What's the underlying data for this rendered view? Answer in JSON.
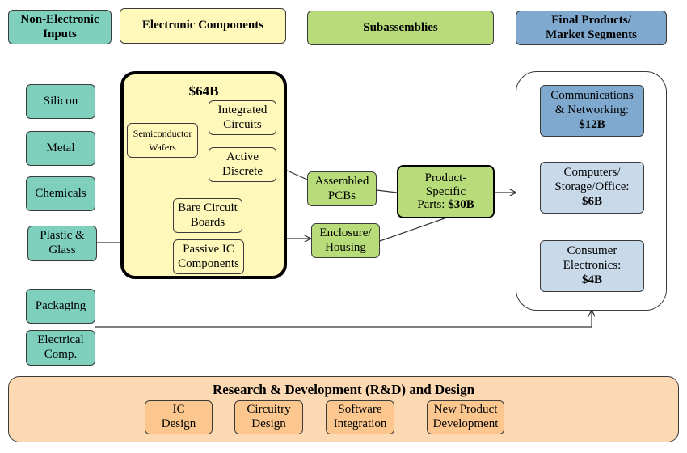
{
  "headers": {
    "inputs": "Non-Electronic\nInputs",
    "components": "Electronic Components",
    "subassemblies": "Subassemblies",
    "final": "Final Products/\nMarket Segments"
  },
  "inputs": {
    "silicon": "Silicon",
    "metal": "Metal",
    "chemicals": "Chemicals",
    "plastic": "Plastic &\nGlass",
    "packaging": "Packaging",
    "electrical": "Electrical\nComp."
  },
  "components": {
    "total": "$64B",
    "wafers": "Semiconductor\nWafers",
    "ic": "Integrated\nCircuits",
    "active": "Active\nDiscrete",
    "bare": "Bare Circuit\nBoards",
    "passive": "Passive IC\nComponents"
  },
  "subassemblies": {
    "pcbs": "Assembled\nPCBs",
    "enclosure": "Enclosure/\nHousing",
    "parts_label": "Product-\nSpecific\nParts: ",
    "parts_value": "$30B"
  },
  "final": {
    "comm_label": "Communications\n& Networking:",
    "comm_value": "$12B",
    "comp_label": "Computers/\nStorage/Office:",
    "comp_value": "$6B",
    "consumer_label": "Consumer\nElectronics:",
    "consumer_value": "$4B"
  },
  "rd": {
    "title": "Research & Development (R&D) and Design",
    "items": [
      "IC\nDesign",
      "Circuitry\nDesign",
      "Software\nIntegration",
      "New Product\nDevelopment"
    ]
  },
  "colors": {
    "inputs": "#7fcfbd",
    "components": "#fff8bb",
    "subassemblies": "#b7dc79",
    "final": "#7fa9cf",
    "final_light": "#c8d9ea",
    "rd": "#fdd9b3",
    "rd_items": "#fbc78f"
  }
}
